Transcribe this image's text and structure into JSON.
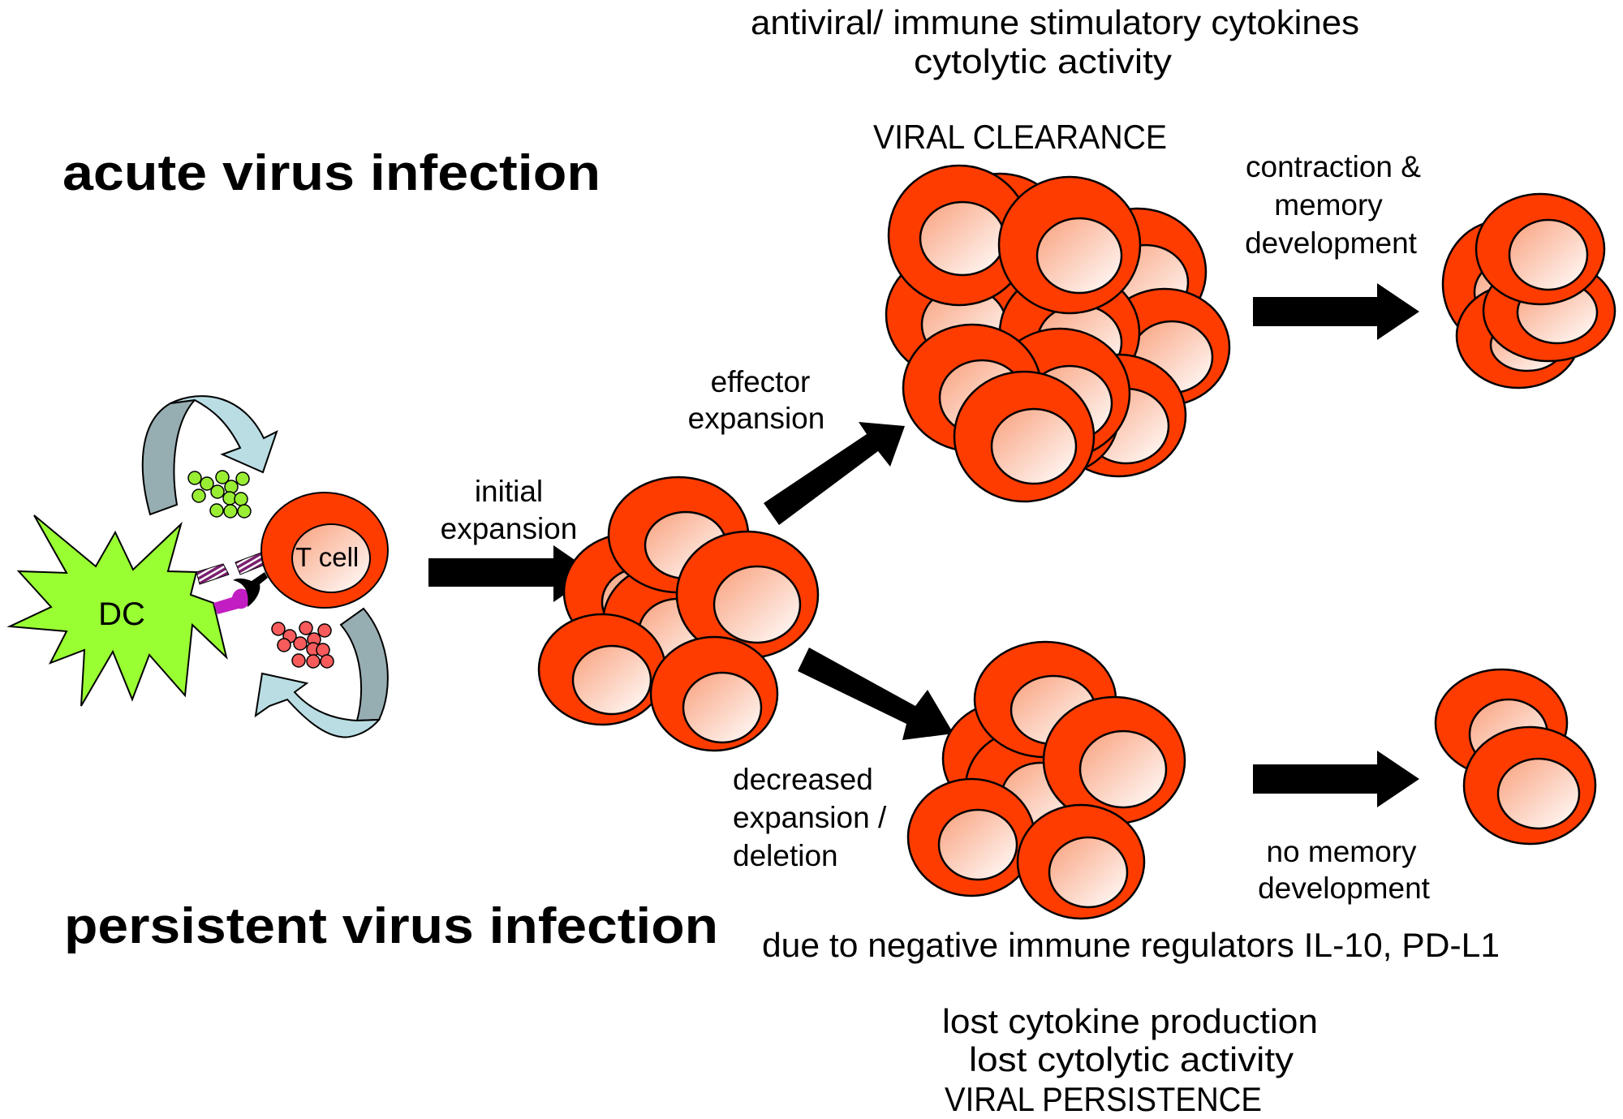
{
  "figure": {
    "colors": {
      "cell_outer": "#ff3c00",
      "cell_inner_start": "#f9a07c",
      "cell_inner_end": "#ffffff",
      "dc_fill": "#99ff33",
      "cytokine_green": "#99ee33",
      "cytokine_red": "#f75b5b",
      "arrow_light": "#b9dde3",
      "arrow_dark": "#96adb2",
      "receptor_purple": "#7a1f6e",
      "ligand_magenta": "#c21dc2",
      "arrow_black": "#000000"
    },
    "titles": {
      "acute": "acute virus infection",
      "persistent": "persistent virus infection"
    },
    "synapse": {
      "dc_label": "DC",
      "tcell_label": "T cell"
    },
    "steps": {
      "initial": [
        "initial",
        "expansion"
      ],
      "effector": [
        "effector",
        "expansion"
      ],
      "decreased": [
        "decreased",
        "expansion /",
        "deletion"
      ],
      "contraction": [
        "contraction &",
        "memory",
        "development"
      ],
      "no_memory": [
        "no memory",
        "development"
      ]
    },
    "acute_outcome": {
      "functions": [
        "antiviral/ immune stimulatory cytokines",
        "cytolytic activity"
      ],
      "result": "VIRAL CLEARANCE"
    },
    "persistent_outcome": {
      "cause": "due to negative immune regulators IL-10, PD-L1",
      "functions": [
        "lost cytokine production",
        "lost cytolytic activity"
      ],
      "result": "VIRAL PERSISTENCE"
    }
  }
}
